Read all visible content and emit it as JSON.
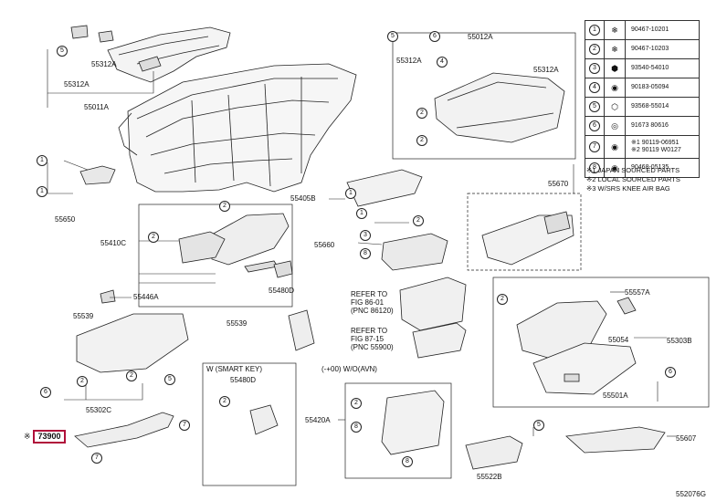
{
  "diagram_code": "552076G",
  "highlighted_part": "73900",
  "highlight_color": "#b0103a",
  "part_labels": {
    "p55312A_left": "55312A",
    "p55312A_bottom": "55312A",
    "p55011A": "55011A",
    "p55650": "55650",
    "p55012A": "55012A",
    "p55312A_r1": "55312A",
    "p55312A_r2": "55312A",
    "p55405B": "55405B",
    "p55410C": "55410C",
    "p55660": "55660",
    "p55670": "55670",
    "p55446A": "55446A",
    "p55539_a": "55539",
    "p55539_b": "55539",
    "p55480D": "55480D",
    "p55557A": "55557A",
    "p55054": "55054",
    "p55303B": "55303B",
    "p55501A": "55501A",
    "p55302C": "55302C",
    "p55480D_w": "55480D",
    "p55420A": "55420A",
    "p55522B": "55522B",
    "p55607": "55607"
  },
  "refer_notes": [
    {
      "line1": "REFER TO",
      "line2": "FIG 86-01",
      "line3": "(PNC 86120)"
    },
    {
      "line1": "REFER TO",
      "line2": "FIG 87-15",
      "line3": "(PNC 55900)"
    }
  ],
  "variant_labels": {
    "smart_key": "W (SMART  KEY)",
    "avn": "(-+00) W/O(AVN)"
  },
  "legend": [
    {
      "n": "1",
      "icon": "clip-icon",
      "part": "90467-10201"
    },
    {
      "n": "2",
      "icon": "clip-icon",
      "part": "90467-10203"
    },
    {
      "n": "3",
      "icon": "nut-icon",
      "part": "93540-54010"
    },
    {
      "n": "4",
      "icon": "screw-icon",
      "part": "90183-05094"
    },
    {
      "n": "5",
      "icon": "bolt-icon",
      "part": "93568-55014"
    },
    {
      "n": "6",
      "icon": "clip-icon",
      "part": "91673 80616"
    },
    {
      "n": "7",
      "icon": "screw-icon",
      "part": "※1 90119-06951\n※2 90119 W0127"
    },
    {
      "n": "8",
      "icon": "screw-icon",
      "part": "90468-05135"
    }
  ],
  "footnotes": [
    "※1 JAPAN SOURCED PARTS",
    "※2 LOCAL SOURCED PARTS",
    "※3 W/SRS KNEE AIR BAG"
  ]
}
